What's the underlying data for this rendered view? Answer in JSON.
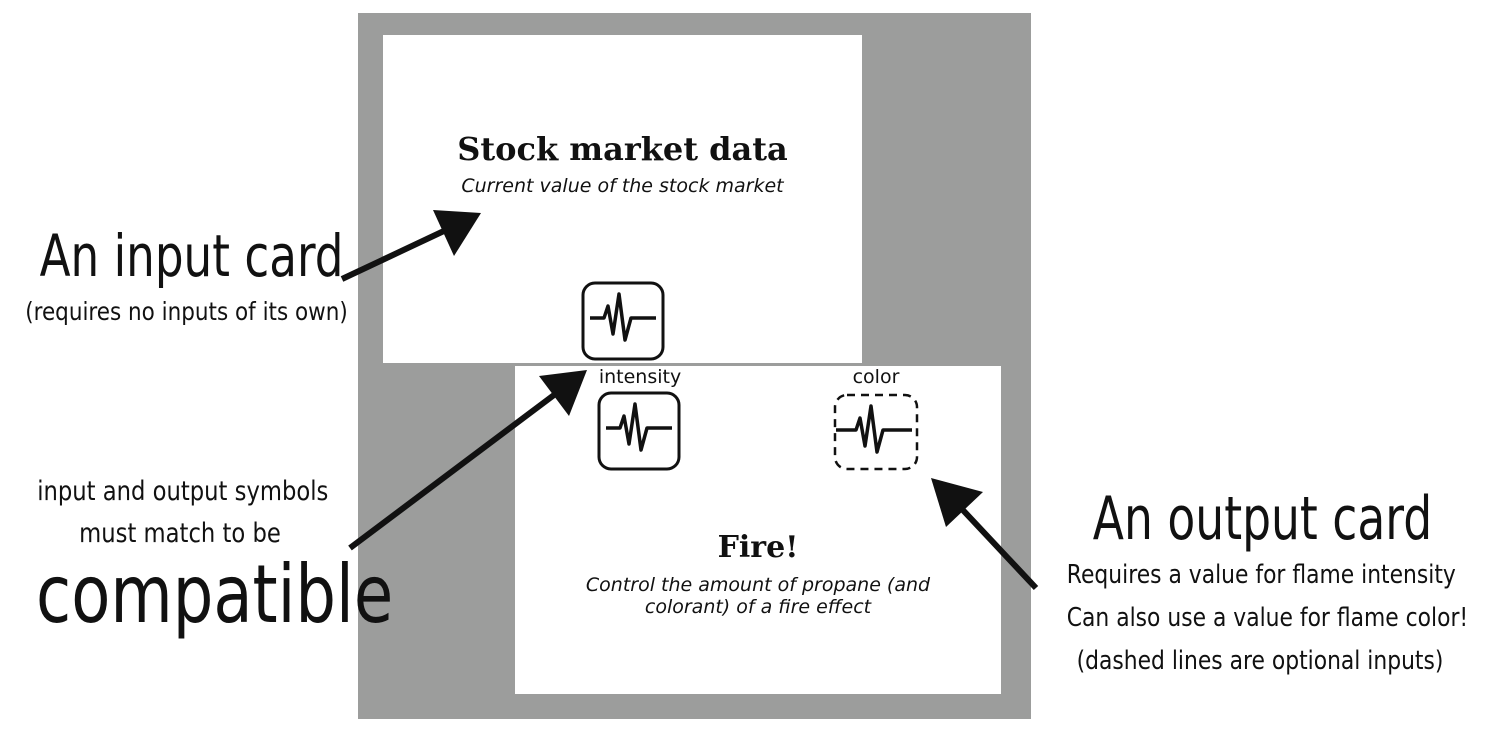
{
  "input_card": {
    "title": "Stock market data",
    "description": "Current value of the stock market"
  },
  "output_card": {
    "title": "Fire!",
    "description_line1": "Control the amount of propane (and",
    "description_line2": "colorant) of a fire effect",
    "inputs": [
      {
        "label": "intensity",
        "style": "solid",
        "icon": "waveform-icon"
      },
      {
        "label": "color",
        "style": "dashed",
        "icon": "waveform-icon"
      }
    ]
  },
  "annotations": {
    "input_card_title": "An input card",
    "input_card_sub": "(requires no inputs of its own)",
    "compat_line1": "input and output  symbols",
    "compat_line2": "must match to be",
    "compat_big": "compatible",
    "output_card_title": "An output card",
    "output_line1": "Requires a value for flame intensity",
    "output_line2": "Can also use a value for flame color!",
    "output_line3": "(dashed lines are optional inputs)"
  },
  "colors": {
    "panel": "#9c9d9c",
    "card": "#ffffff",
    "ink": "#111111"
  }
}
